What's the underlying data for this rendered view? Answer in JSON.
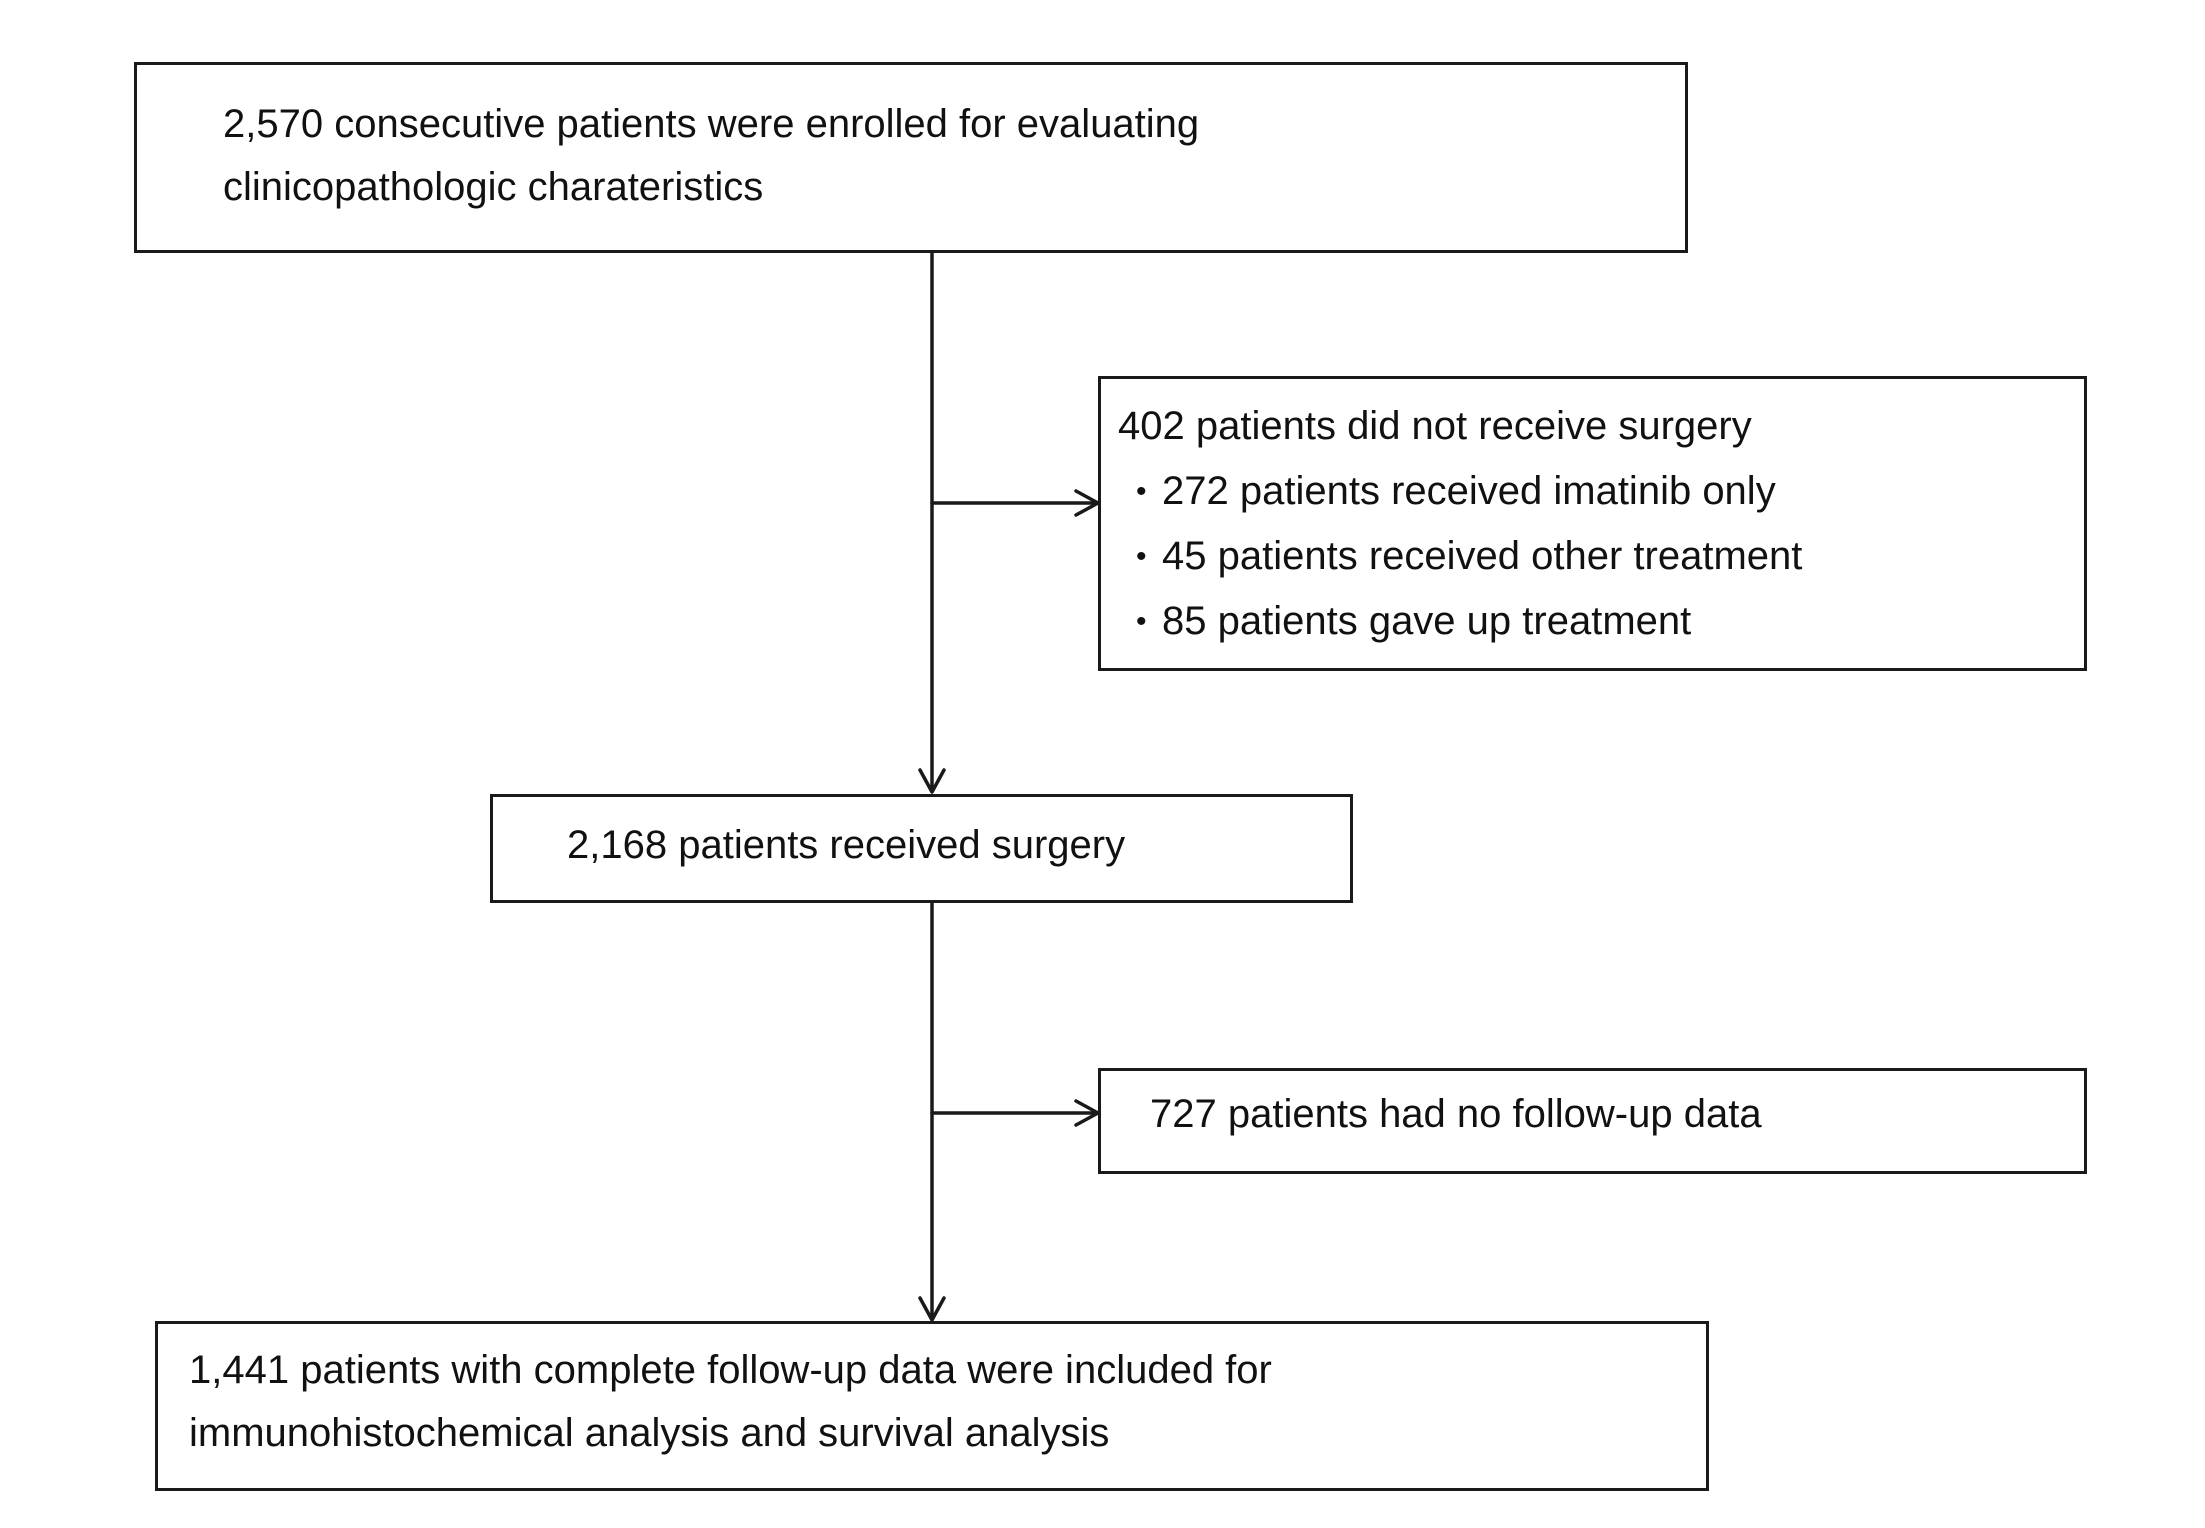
{
  "flow": {
    "enrolled": {
      "lines": [
        "2,570 consecutive patients were enrolled for evaluating",
        "clinicopathologic charateristics"
      ]
    },
    "excluded_no_surgery": {
      "heading": "402 patients did not receive surgery",
      "bullets": [
        "272 patients received imatinib only",
        "45 patients received other treatment",
        "85 patients gave up treatment"
      ]
    },
    "surgery": {
      "text": "2,168 patients received surgery"
    },
    "excluded_no_followup": {
      "text": "727 patients had no follow-up data"
    },
    "included": {
      "lines": [
        "1,441 patients with complete follow-up data were included for",
        "immunohistochemical analysis and survival analysis"
      ]
    }
  }
}
